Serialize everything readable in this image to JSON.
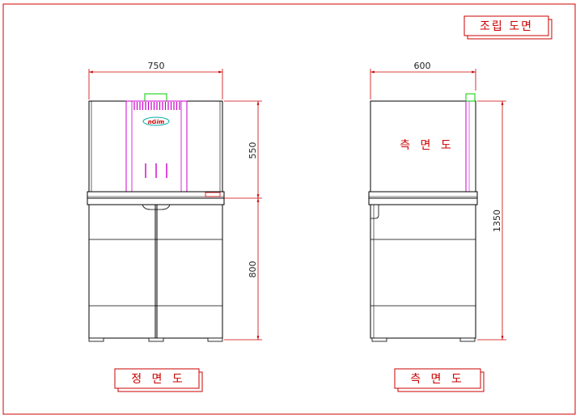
{
  "title": "조립 도면",
  "front_view": {
    "label": "정 면 도",
    "width_dim": "750",
    "upper_height_dim": "550",
    "lower_height_dim": "800",
    "logo": "nGim"
  },
  "side_view": {
    "label": "측 면 도",
    "inner_label": "측 면 도",
    "depth_dim": "600",
    "total_height_dim": "1350"
  },
  "colors": {
    "frame": "#cc0000",
    "dimension": "#cc0000",
    "outline": "#000000",
    "light_fixture": "#cc00cc",
    "top_bracket": "#00cc00",
    "logo_outline": "#00aaaa"
  }
}
